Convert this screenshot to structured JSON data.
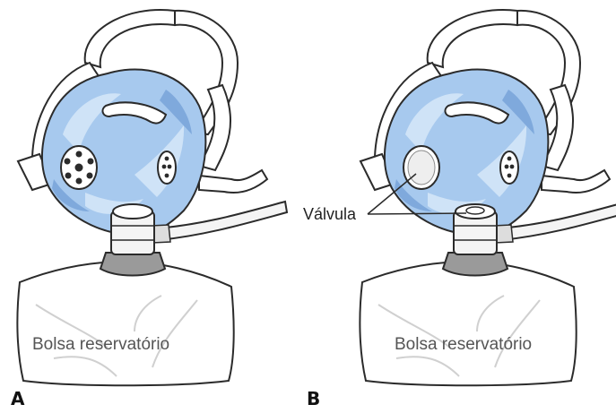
{
  "panels": [
    {
      "letter": "A",
      "bag_label": "Bolsa reservatório"
    },
    {
      "letter": "B",
      "bag_label": "Bolsa reservatório",
      "callout": "Válvula"
    }
  ],
  "colors": {
    "mask_fill": "#a7c9ee",
    "mask_highlight": "#cfe3f7",
    "mask_shadow": "#7fa9dc",
    "strap_fill": "#ffffff",
    "bag_fill": "#ffffff",
    "neck_fill": "#9a9a9a",
    "outline": "#2b2b2b",
    "tube_fill": "#f4f4f4"
  },
  "icons": {
    "exhalation_port_left": "multi-hole-exhalation-port-icon",
    "exhalation_port_right": "side-exhalation-port-icon",
    "one_way_valve": "one-way-valve-disc-icon"
  }
}
